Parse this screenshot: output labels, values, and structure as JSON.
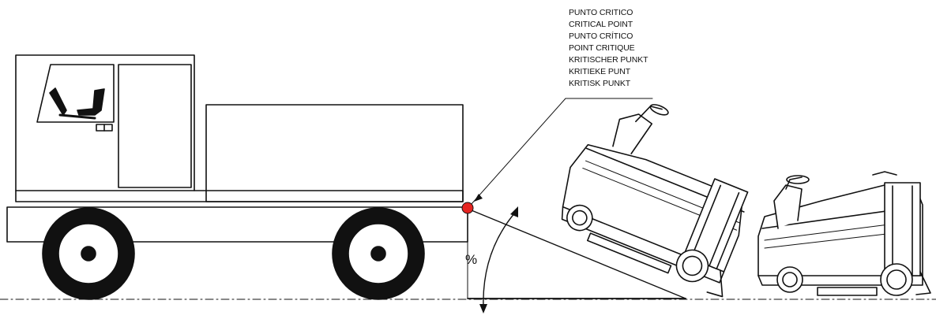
{
  "critical_point": {
    "labels": [
      "PUNTO CRITICO",
      "CRITICAL POINT",
      "PUNTO CRÍTICO",
      "POINT CRITIQUE",
      "KRITISCHER PUNKT",
      "KRITIEKE PUNT",
      "KRITISK PUNKT"
    ],
    "marker_color": "#e52421"
  },
  "slope": {
    "symbol": "%"
  },
  "colors": {
    "line": "#111111",
    "background": "#ffffff"
  }
}
